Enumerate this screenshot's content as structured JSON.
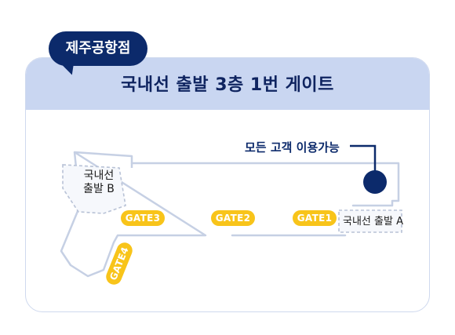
{
  "badge": {
    "label": "제주공항점"
  },
  "header": {
    "title": "국내선 출발 3층 1번 게이트"
  },
  "map": {
    "access_note": "모든 고객 이용가능",
    "areas": {
      "departure_b_line1": "국내선",
      "departure_b_line2": "출발 B",
      "departure_a": "국내선 출발 A"
    },
    "gates": [
      "GATE3",
      "GATE2",
      "GATE1",
      "GATE4"
    ],
    "colors": {
      "marker": "#0c2a6b",
      "gate": "#f8c41a",
      "header": "#c9d6f1",
      "outline": "#c6d0e4"
    }
  }
}
